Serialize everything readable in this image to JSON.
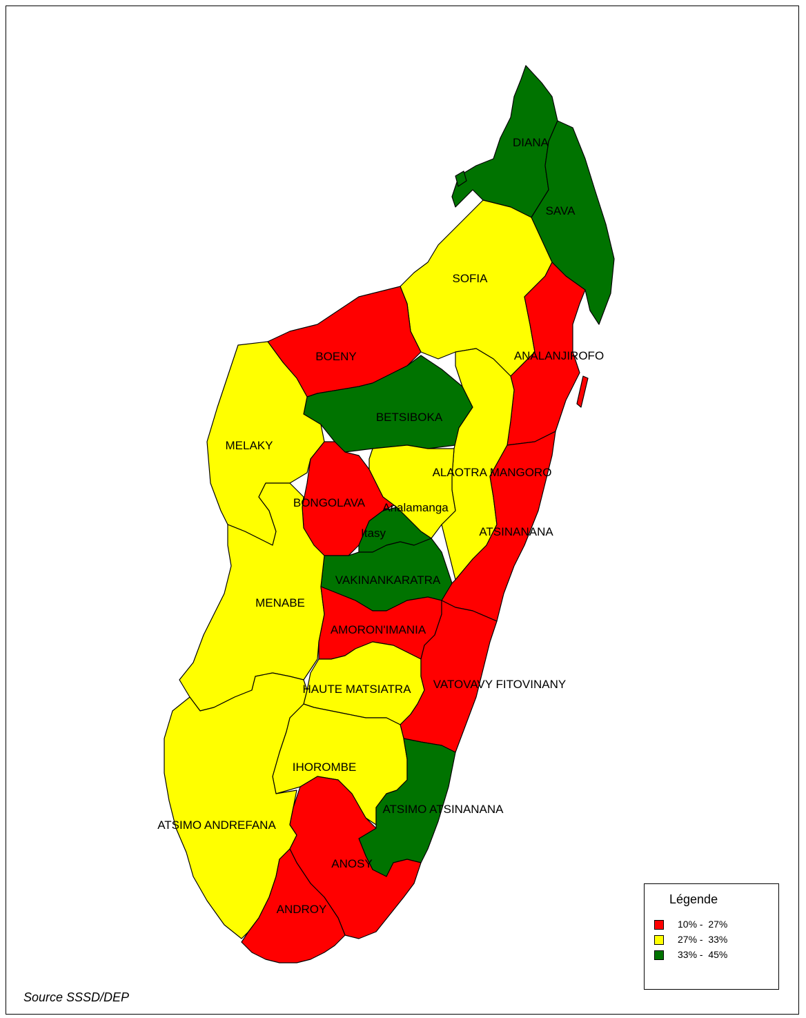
{
  "colors": {
    "low": "#ff0000",
    "mid": "#ffff00",
    "high": "#007300"
  },
  "regions": [
    {
      "name": "DIANA",
      "class": "high"
    },
    {
      "name": "SAVA",
      "class": "high"
    },
    {
      "name": "SOFIA",
      "class": "mid"
    },
    {
      "name": "BOENY",
      "class": "low"
    },
    {
      "name": "ANALANJIROFO",
      "class": "low"
    },
    {
      "name": "BETSIBOKA",
      "class": "high"
    },
    {
      "name": "MELAKY",
      "class": "mid"
    },
    {
      "name": "ALAOTRA MANGORO",
      "class": "mid"
    },
    {
      "name": "BONGOLAVA",
      "class": "low"
    },
    {
      "name": "Analamanga",
      "class": "mid"
    },
    {
      "name": "Itasy",
      "class": "high"
    },
    {
      "name": "ATSINANANA",
      "class": "low"
    },
    {
      "name": "VAKINANKARATRA",
      "class": "high"
    },
    {
      "name": "MENABE",
      "class": "mid"
    },
    {
      "name": "AMORON'IMANIA",
      "class": "low"
    },
    {
      "name": "HAUTE MATSIATRA",
      "class": "mid"
    },
    {
      "name": "VATOVAVY FITOVINANY",
      "class": "low"
    },
    {
      "name": "IHOROMBE",
      "class": "mid"
    },
    {
      "name": "ATSIMO ATSINANANA",
      "class": "high"
    },
    {
      "name": "ATSIMO ANDREFANA",
      "class": "mid"
    },
    {
      "name": "ANOSY",
      "class": "low"
    },
    {
      "name": "ANDROY",
      "class": "low"
    }
  ],
  "legend": {
    "title": "Légende",
    "items": [
      {
        "label": "10% -  27%",
        "class": "low"
      },
      {
        "label": "27% -  33%",
        "class": "mid"
      },
      {
        "label": "33% -  45%",
        "class": "high"
      }
    ]
  },
  "source": "Source SSSD/DEP"
}
